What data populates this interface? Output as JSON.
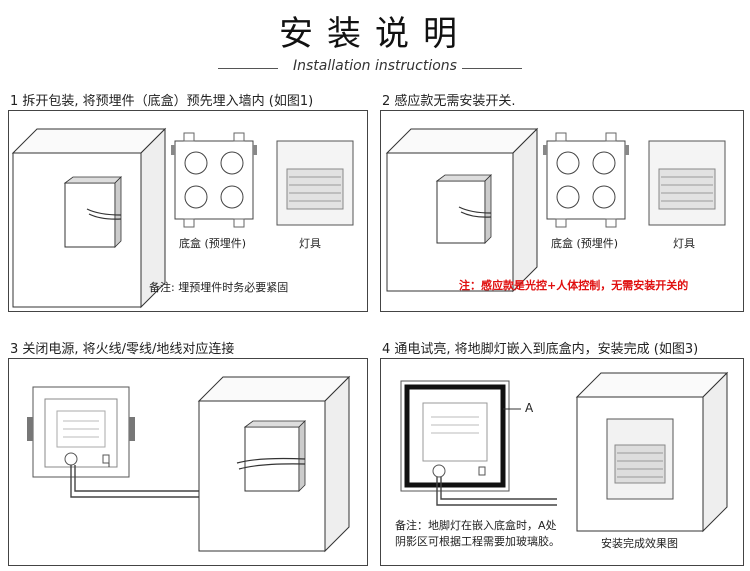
{
  "header": {
    "title": "安装说明",
    "subtitle": "Installation instructions"
  },
  "steps": [
    {
      "label": "1  拆开包装, 将预埋件（底盒）预先埋入墙内 (如图1)"
    },
    {
      "label": "2  感应款无需安装开关."
    },
    {
      "label": "3  关闭电源, 将火线/零线/地线对应连接"
    },
    {
      "label": "4   通电试亮, 将地脚灯嵌入到底盒内，安装完成 (如图3)"
    }
  ],
  "panel1": {
    "caption_box": "底盒 (预埋件)",
    "caption_lamp": "灯具",
    "note": "备注: 埋预埋件时务必要紧固"
  },
  "panel2": {
    "caption_box": "底盒 (预埋件)",
    "caption_lamp": "灯具",
    "note_red": "注：感应款是光控+人体控制，无需安装开关的"
  },
  "panel3": {},
  "panel4": {
    "marker": "A",
    "note_line1": "备注：地脚灯在嵌入底盒时，A处",
    "note_line2": "阴影区可根据工程需要加玻璃胶。",
    "caption_done": "安装完成效果图"
  }
}
